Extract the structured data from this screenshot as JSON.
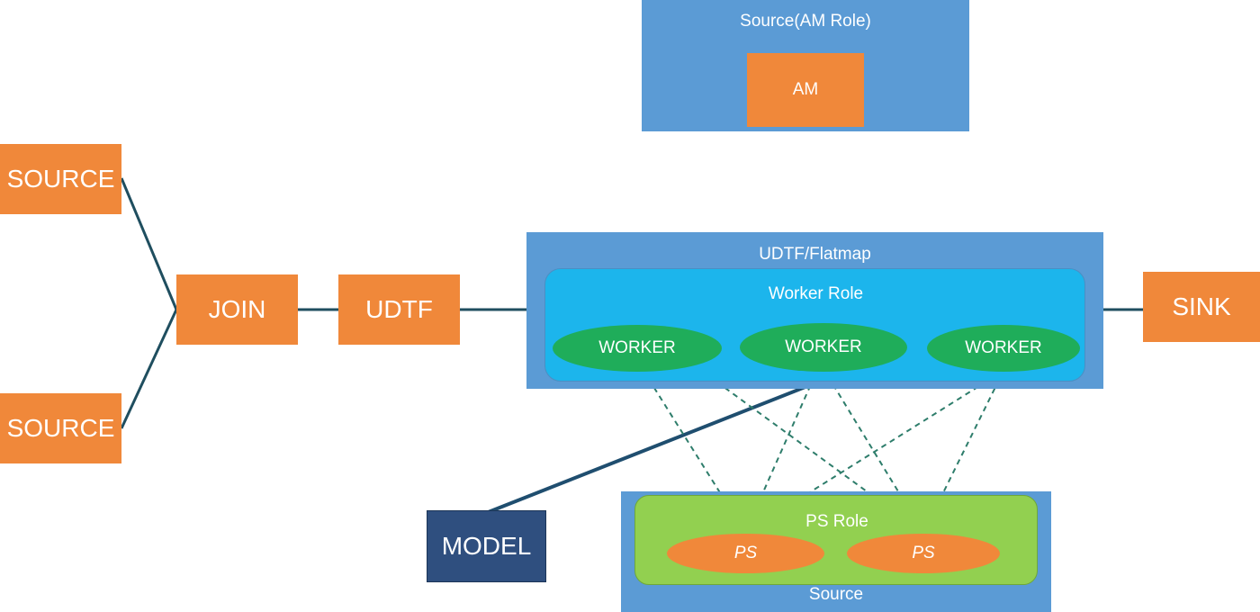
{
  "am": {
    "container_label": "Source(AM Role)",
    "am_label": "AM"
  },
  "sources": [
    "SOURCE",
    "SOURCE"
  ],
  "join_label": "JOIN",
  "udtf_label": "UDTF",
  "sink_label": "SINK",
  "model_label": "MODEL",
  "flatmap": {
    "container_label": "UDTF/Flatmap",
    "worker_role_label": "Worker Role",
    "workers": [
      "WORKER",
      "WORKER",
      "WORKER"
    ]
  },
  "ps_source": {
    "container_label": "Source",
    "ps_role_label": "PS Role",
    "ps_nodes": [
      "PS",
      "PS"
    ]
  },
  "colors": {
    "orange": "#f0883a",
    "container_blue": "#5b9bd5",
    "worker_role_cyan": "#1cb5ec",
    "worker_green": "#1fad5a",
    "ps_role_green": "#92d050",
    "model_navy": "#2f4f7f",
    "edge": "#1f4e5f",
    "dashed_edge": "#2e7d6b"
  }
}
